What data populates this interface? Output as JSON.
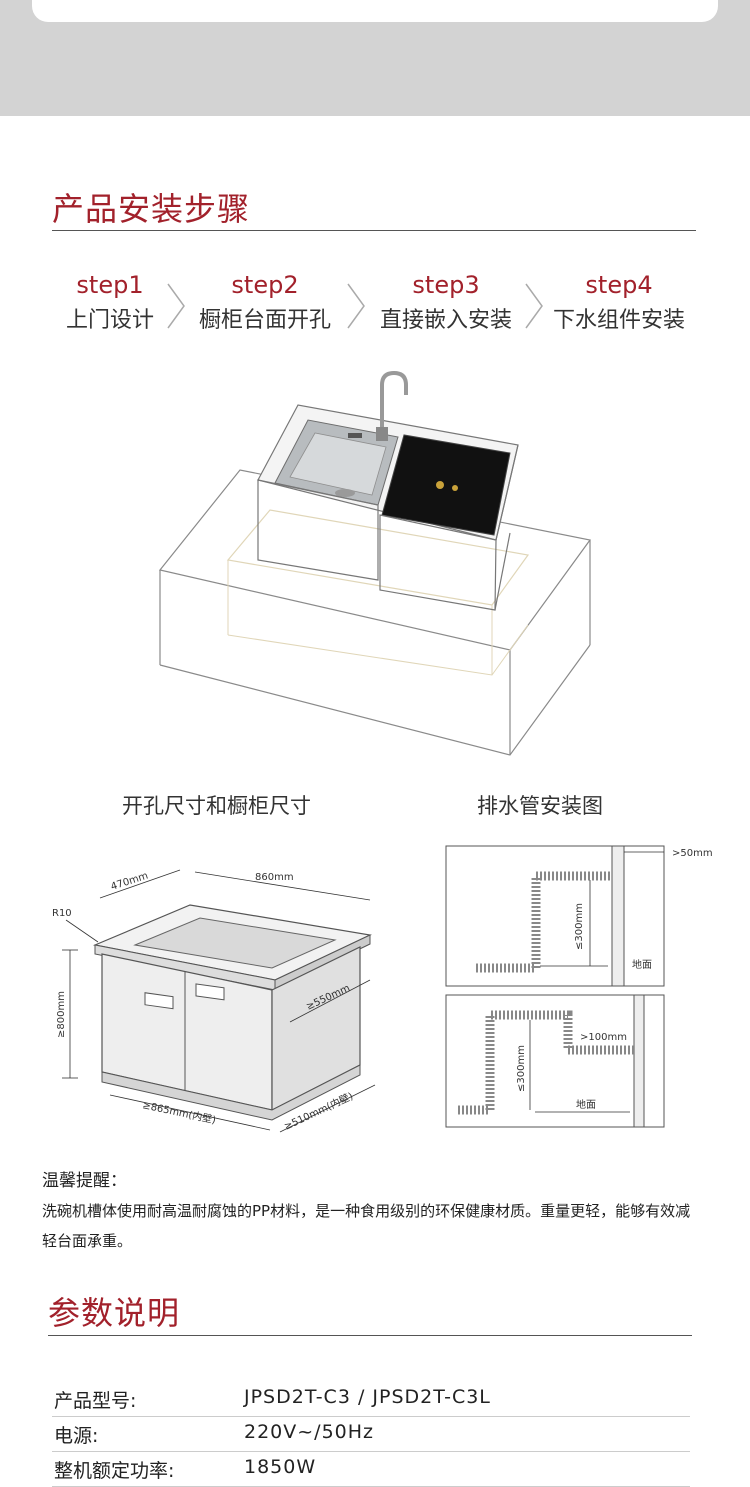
{
  "install": {
    "title": "产品安装步骤",
    "steps": [
      {
        "num": "step1",
        "label": "上门设计"
      },
      {
        "num": "step2",
        "label": "橱柜台面开孔"
      },
      {
        "num": "step3",
        "label": "直接嵌入安装"
      },
      {
        "num": "step4",
        "label": "下水组件安装"
      }
    ]
  },
  "diagrams": {
    "cabinet_caption": "开孔尺寸和橱柜尺寸",
    "drain_caption": "排水管安装图",
    "cabinet_dims": {
      "depth": "470mm",
      "width": "860mm",
      "radius": "R10",
      "height": "≥800mm",
      "cabinet_depth": "≥550mm",
      "inner_width": "≥865mm(内壁)",
      "inner_depth": "≥510mm(内壁)"
    },
    "drain_dims": {
      "gap_top": ">50mm",
      "height_top": "≤300mm",
      "floor_top": "地面",
      "gap_bottom": ">100mm",
      "height_bottom": "≤300mm",
      "floor_bottom": "地面"
    }
  },
  "tips": {
    "title": "温馨提醒：",
    "body": "洗碗机槽体使用耐高温耐腐蚀的PP材料，是一种食用级别的环保健康材质。重量更轻，能够有效减轻台面承重。"
  },
  "params": {
    "title": "参数说明",
    "rows": [
      {
        "label": "产品型号:",
        "value": "JPSD2T-C3 / JPSD2T-C3L"
      },
      {
        "label": "电源:",
        "value": "220V~/50Hz"
      },
      {
        "label": "整机额定功率:",
        "value": "1850W"
      }
    ]
  },
  "colors": {
    "accent": "#a2212b",
    "band": "#d3d3d3"
  }
}
